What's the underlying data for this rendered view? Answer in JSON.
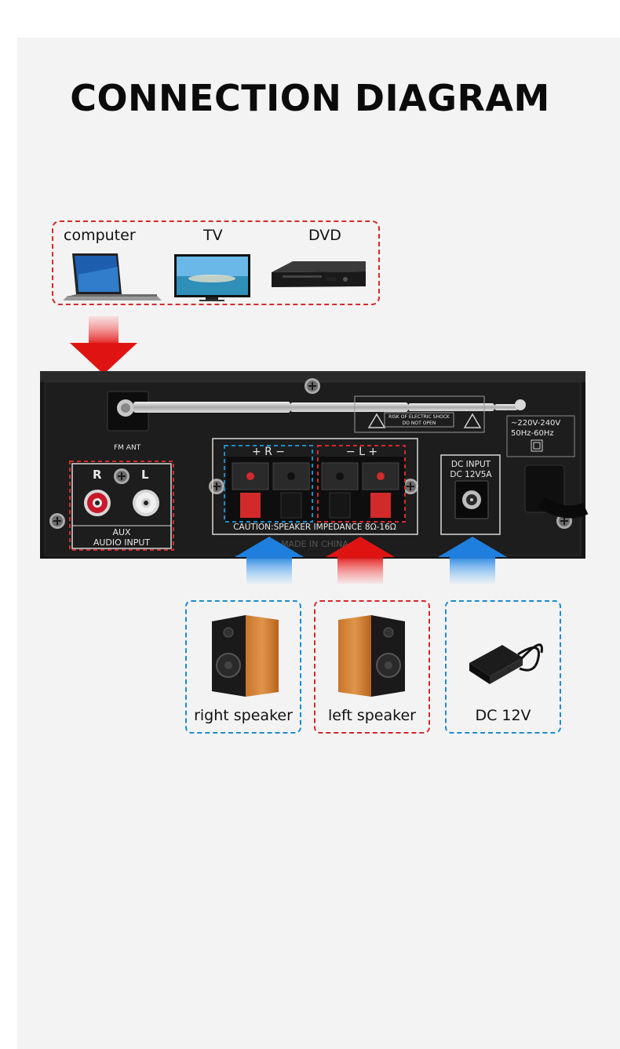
{
  "title": "CONNECTION DIAGRAM",
  "sources": [
    {
      "label": "computer",
      "icon": "laptop-icon"
    },
    {
      "label": "TV",
      "icon": "tv-icon"
    },
    {
      "label": "DVD",
      "icon": "dvd-player-icon"
    }
  ],
  "panel": {
    "fm_ant": "FM ANT",
    "aux_r": "R",
    "aux_l": "L",
    "aux_line1": "AUX",
    "aux_line2": "AUDIO INPUT",
    "speaker_r_label": "+ R −",
    "speaker_l_label": "− L +",
    "caution": "CAUTION:SPEAKER IMPEDANCE 8Ω-16Ω",
    "made_in": "MADE IN CHINA",
    "dc_line1": "DC INPUT",
    "dc_line2": "DC 12V5A",
    "warning_line1": "RISK OF ELECTRIC SHOCK",
    "warning_line2": "DO NOT OPEN",
    "voltage_line1": "~220V-240V",
    "voltage_line2": "50Hz-60Hz"
  },
  "outputs": [
    {
      "label": "right speaker",
      "icon": "speaker-icon"
    },
    {
      "label": "left speaker",
      "icon": "speaker-icon"
    },
    {
      "label": "DC 12V",
      "icon": "power-adapter-icon"
    }
  ],
  "colors": {
    "red": "#d42a2a",
    "blue": "#1d8ccb",
    "panel": "#1c1c1c"
  }
}
